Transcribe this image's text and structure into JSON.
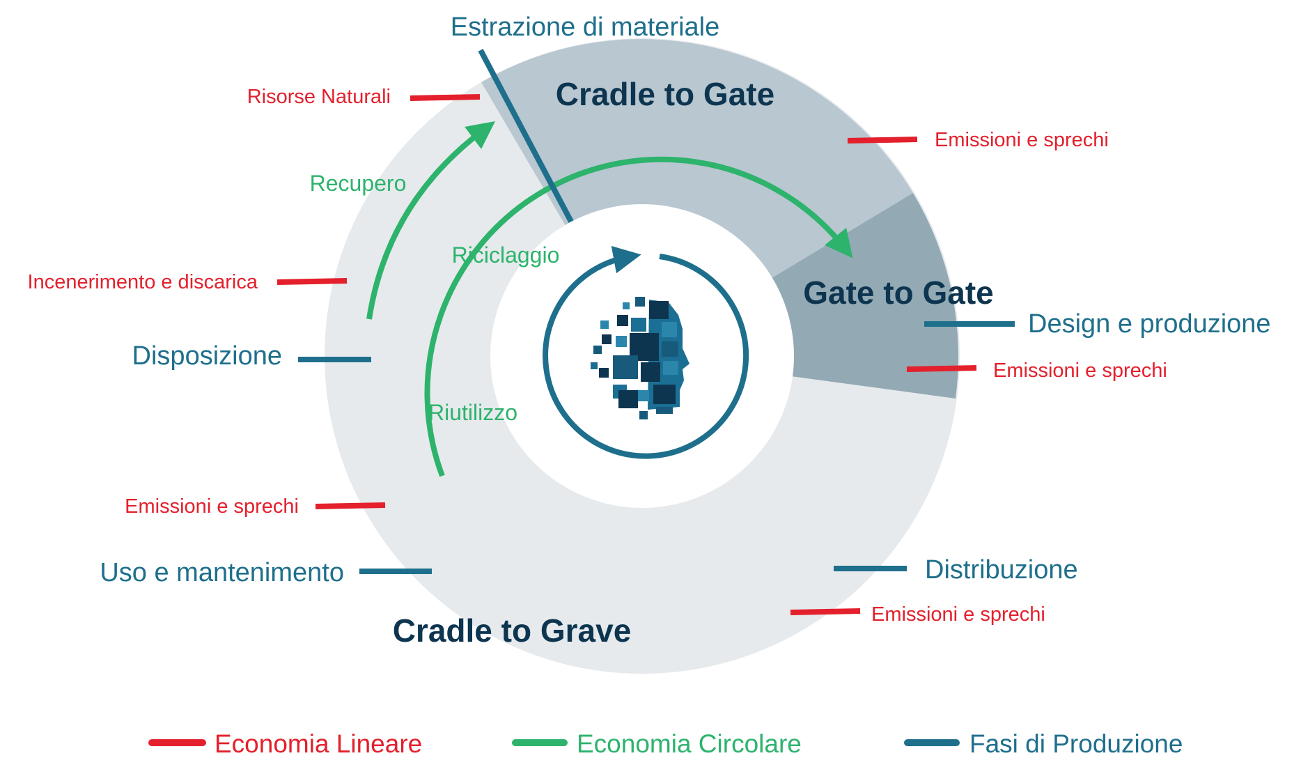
{
  "regions": {
    "cradle_to_gate": "Cradle to Gate",
    "gate_to_gate": "Gate to Gate",
    "cradle_to_grave": "Cradle to Grave"
  },
  "phases": {
    "estrazione": "Estrazione di materiale",
    "design": "Design e produzione",
    "distribuzione": "Distribuzione",
    "uso": "Uso e mantenimento",
    "disposizione": "Disposizione"
  },
  "linear": {
    "risorse": "Risorse Naturali",
    "emissioni_1": "Emissioni e sprechi",
    "emissioni_2": "Emissioni e sprechi",
    "emissioni_3": "Emissioni e sprechi",
    "emissioni_4": "Emissioni e sprechi",
    "incenerimento": "Incenerimento e discarica"
  },
  "circular": {
    "recupero": "Recupero",
    "riciclaggio": "Riciclaggio",
    "riutilizzo": "Riutilizzo"
  },
  "legend": {
    "linear": "Economia Lineare",
    "circular": "Economia Circolare",
    "phases": "Fasi di Produzione"
  },
  "icons": {
    "center": "pixel-head-icon"
  },
  "colors": {
    "linear": "#e3202c",
    "circular": "#2db36c",
    "phases": "#1e6f8c",
    "region_text": "#0e3550",
    "ring_light": "#e6eaed",
    "ring_mid": "#b8c7d0",
    "ring_dark": "#93aab5"
  }
}
